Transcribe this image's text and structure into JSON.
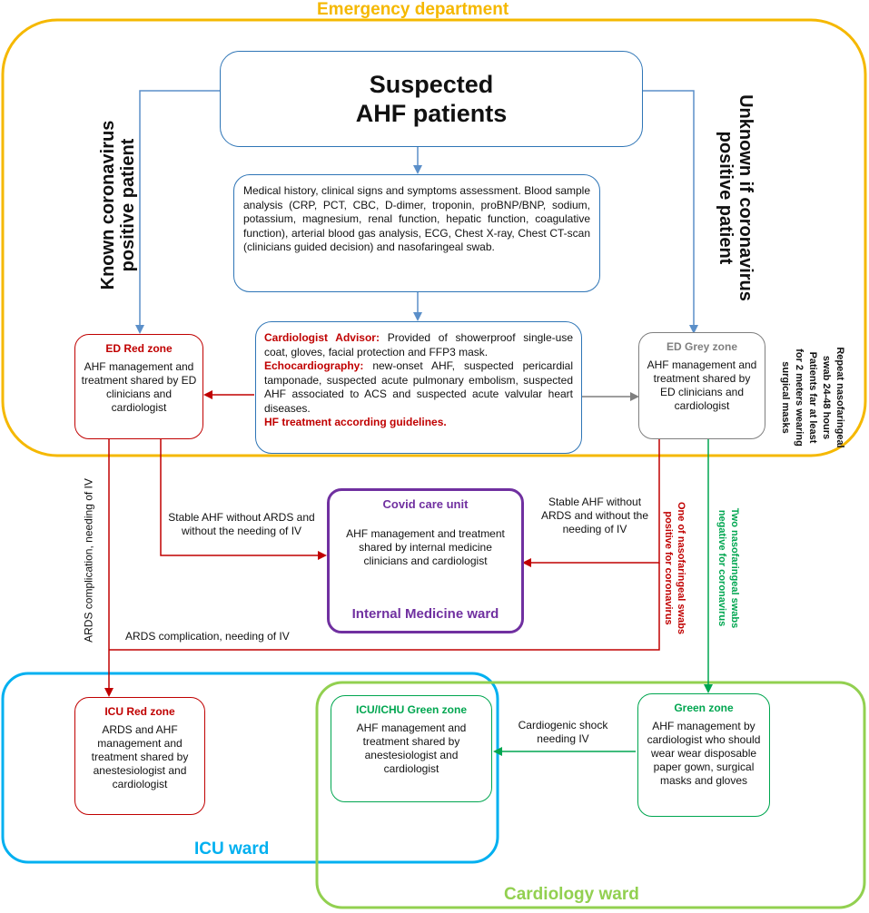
{
  "regions": {
    "emergency": "Emergency department",
    "icu": "ICU ward",
    "cardiology": "Cardiology ward"
  },
  "side_labels": {
    "known": [
      "Known coronavirus",
      "positive patient"
    ],
    "unknown": [
      "Unknown if coronavirus",
      "positive patient"
    ]
  },
  "suspected": {
    "line1": "Suspected",
    "line2": "AHF patients"
  },
  "assessment": "Medical history, clinical signs and symptoms assessment. Blood sample analysis (CRP, PCT, CBC, D-dimer, troponin, proBNP/BNP, sodium, potassium, magnesium, renal function, hepatic function, coagulative function), arterial blood gas analysis, ECG, Chest X-ray, Chest CT-scan (clinicians guided decision) and nasofaringeal swab.",
  "cardiologist": {
    "advisor_label": "Cardiologist Advisor:",
    "advisor_text": " Provided of showerproof single-use coat, gloves, facial protection and FFP3 mask.",
    "echo_label": "Echocardiography:",
    "echo_text": " new-onset AHF, suspected pericardial tamponade, suspected acute pulmonary embolism, suspected AHF associated to ACS and suspected acute valvular heart diseases.",
    "hf_treatment": "HF treatment according guidelines."
  },
  "ed_red": {
    "title": "ED Red zone",
    "body": "AHF management and treatment shared by ED clinicians and cardiologist"
  },
  "ed_grey": {
    "title": "ED Grey zone",
    "body": "AHF management and treatment shared by ED clinicians and cardiologist"
  },
  "grey_note": [
    "Repeat nasofaringeal",
    "swab 24-48 hours",
    "Patients far at least",
    "for 2 meters wearing",
    "surgical masks"
  ],
  "covid": {
    "title": "Covid care unit",
    "body": "AHF management and treatment shared by internal medicine clinicians and cardiologist",
    "ward": "Internal Medicine ward"
  },
  "icu_red": {
    "title": "ICU Red zone",
    "body": "ARDS and AHF management and treatment shared by anestesiologist and cardiologist"
  },
  "icu_green": {
    "title": "ICU/ICHU Green zone",
    "body": "AHF management and treatment shared by anestesiologist and cardiologist"
  },
  "green_zone": {
    "title": "Green zone",
    "body": "AHF management by cardiologist who should wear wear disposable paper gown, surgical masks and gloves"
  },
  "edges": {
    "ards_vertical": "ARDS  complication, needing of IV",
    "stable_left": "Stable AHF without ARDS and without the needing of IV",
    "stable_right": "Stable AHF without ARDS and without the needing of IV",
    "ards_horizontal": "ARDS  complication, needing of IV",
    "swab_positive": [
      "One of nasofaringeal swabs",
      "positive for coronavirus"
    ],
    "swab_negative": [
      "Two nasofaringeal swabs",
      "negative for coronavirus"
    ],
    "cardiogenic": "Cardiogenic shock needing IV"
  },
  "colors": {
    "orange": "#f5b800",
    "blue": "#2e75b6",
    "red": "#c00000",
    "grey": "#7f7f7f",
    "purple": "#7030a0",
    "cyan": "#00b0f0",
    "green": "#92d050",
    "darkgreen": "#00a650"
  }
}
